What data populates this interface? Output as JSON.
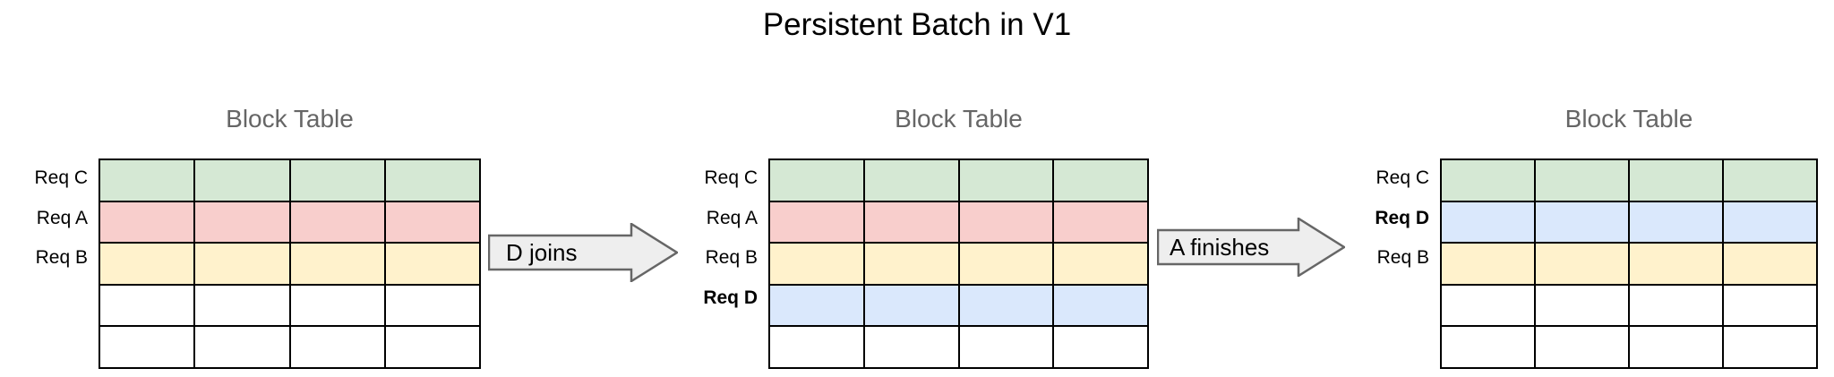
{
  "title": "Persistent Batch in V1",
  "palette": {
    "green": "#d5e8d4",
    "pink": "#f8cecc",
    "yellow": "#fff2cc",
    "blue": "#dae8fc",
    "empty": "#ffffff",
    "grid_line": "#000000",
    "heading_gray": "#666666",
    "arrow_fill": "#eeeeee",
    "arrow_stroke": "#666666"
  },
  "stages": [
    {
      "heading": "Block Table",
      "columns": 4,
      "rows": [
        {
          "label": "Req C",
          "bold": false,
          "color": "#d5e8d4"
        },
        {
          "label": "Req A",
          "bold": false,
          "color": "#f8cecc"
        },
        {
          "label": "Req B",
          "bold": false,
          "color": "#fff2cc"
        },
        {
          "label": "",
          "bold": false,
          "color": "#ffffff"
        },
        {
          "label": "",
          "bold": false,
          "color": "#ffffff"
        }
      ]
    },
    {
      "heading": "Block Table",
      "columns": 4,
      "rows": [
        {
          "label": "Req C",
          "bold": false,
          "color": "#d5e8d4"
        },
        {
          "label": "Req A",
          "bold": false,
          "color": "#f8cecc"
        },
        {
          "label": "Req B",
          "bold": false,
          "color": "#fff2cc"
        },
        {
          "label": "Req D",
          "bold": true,
          "color": "#dae8fc"
        },
        {
          "label": "",
          "bold": false,
          "color": "#ffffff"
        }
      ]
    },
    {
      "heading": "Block Table",
      "columns": 4,
      "rows": [
        {
          "label": "Req C",
          "bold": false,
          "color": "#d5e8d4"
        },
        {
          "label": "Req D",
          "bold": true,
          "color": "#dae8fc"
        },
        {
          "label": "Req B",
          "bold": false,
          "color": "#fff2cc"
        },
        {
          "label": "",
          "bold": false,
          "color": "#ffffff"
        },
        {
          "label": "",
          "bold": false,
          "color": "#ffffff"
        }
      ]
    }
  ],
  "transitions": [
    {
      "label": "D joins"
    },
    {
      "label": "A finishes"
    }
  ]
}
